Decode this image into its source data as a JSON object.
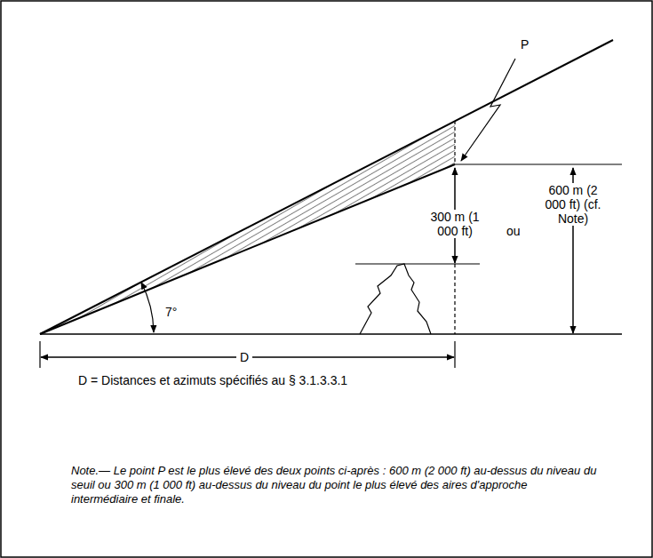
{
  "diagram": {
    "labels": [
      "P",
      "300 m (1 000 ft)",
      "ou",
      "600 m (2 000 ft) (cf. Note)",
      "7°",
      "D",
      "D = Distances et azimuts spécifiés au § 3.1.3.3.1",
      "Note.— Le point P est le plus élevé des deux points ci-après : 600 m (2 000 ft) au-dessus du niveau du seuil ou 300 m (1 000 ft) au-dessus du niveau du point le plus élevé des aires d'approche intermédiaire et finale."
    ]
  }
}
